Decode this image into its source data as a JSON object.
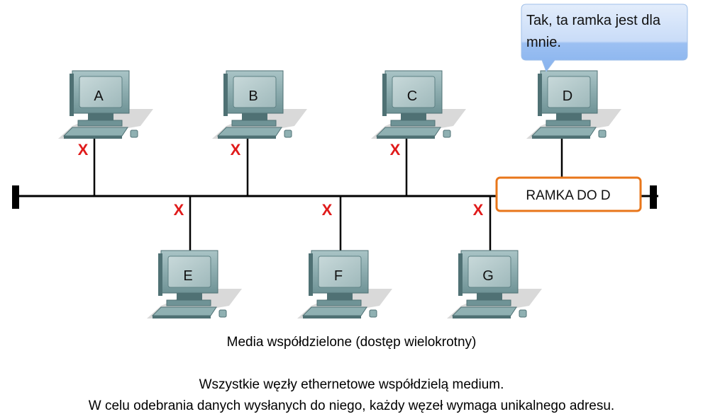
{
  "nodes_top": [
    {
      "label": "A",
      "blocked": true
    },
    {
      "label": "B",
      "blocked": true
    },
    {
      "label": "C",
      "blocked": true
    },
    {
      "label": "D",
      "blocked": false
    }
  ],
  "nodes_bottom": [
    {
      "label": "E",
      "blocked": true
    },
    {
      "label": "F",
      "blocked": true
    },
    {
      "label": "G",
      "blocked": true
    }
  ],
  "blocked_marker": "X",
  "frame_label": "RAMKA DO D",
  "speech_bubble": {
    "line1": "Tak, ta ramka jest dla",
    "line2": "mnie."
  },
  "captions": {
    "media": "Media współdzielone (dostęp wielokrotny)",
    "line1": "Wszystkie węzły ethernetowe współdzielą medium.",
    "line2": "W celu odebrania danych wysłanych do niego, każdy węzeł wymaga unikalnego adresu."
  },
  "colors": {
    "monitor": "#8fb0b2",
    "monitor_dark": "#4f7174",
    "screen": "#b9cdcf",
    "marker": "#e01b1b",
    "frame_border": "#e8761a",
    "bubble_top": "#dde9fb",
    "bubble_bottom": "#8db8f2"
  }
}
